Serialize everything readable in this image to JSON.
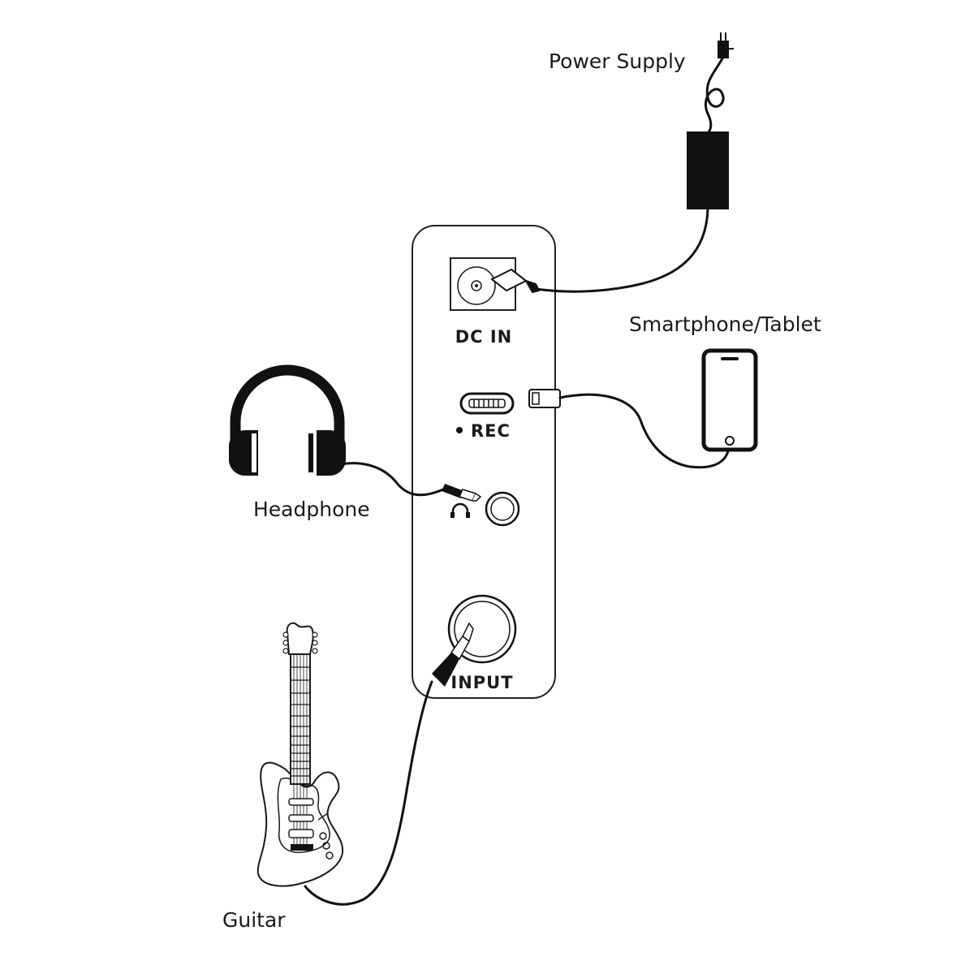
{
  "labels": {
    "power_supply": "Power Supply",
    "smartphone_tablet": "Smartphone/Tablet",
    "headphone": "Headphone",
    "guitar": "Guitar"
  },
  "panel": {
    "dc_in": "DC IN",
    "rec": "REC",
    "input": "INPUT"
  },
  "icons": {
    "power": "power-plug-icon",
    "adapter": "power-adapter-icon",
    "phone": "smartphone-icon",
    "headphones": "headphones-icon",
    "guitar": "electric-guitar-icon",
    "usb_c": "usb-c-port-icon",
    "headphone_jack": "headphone-jack-icon"
  }
}
